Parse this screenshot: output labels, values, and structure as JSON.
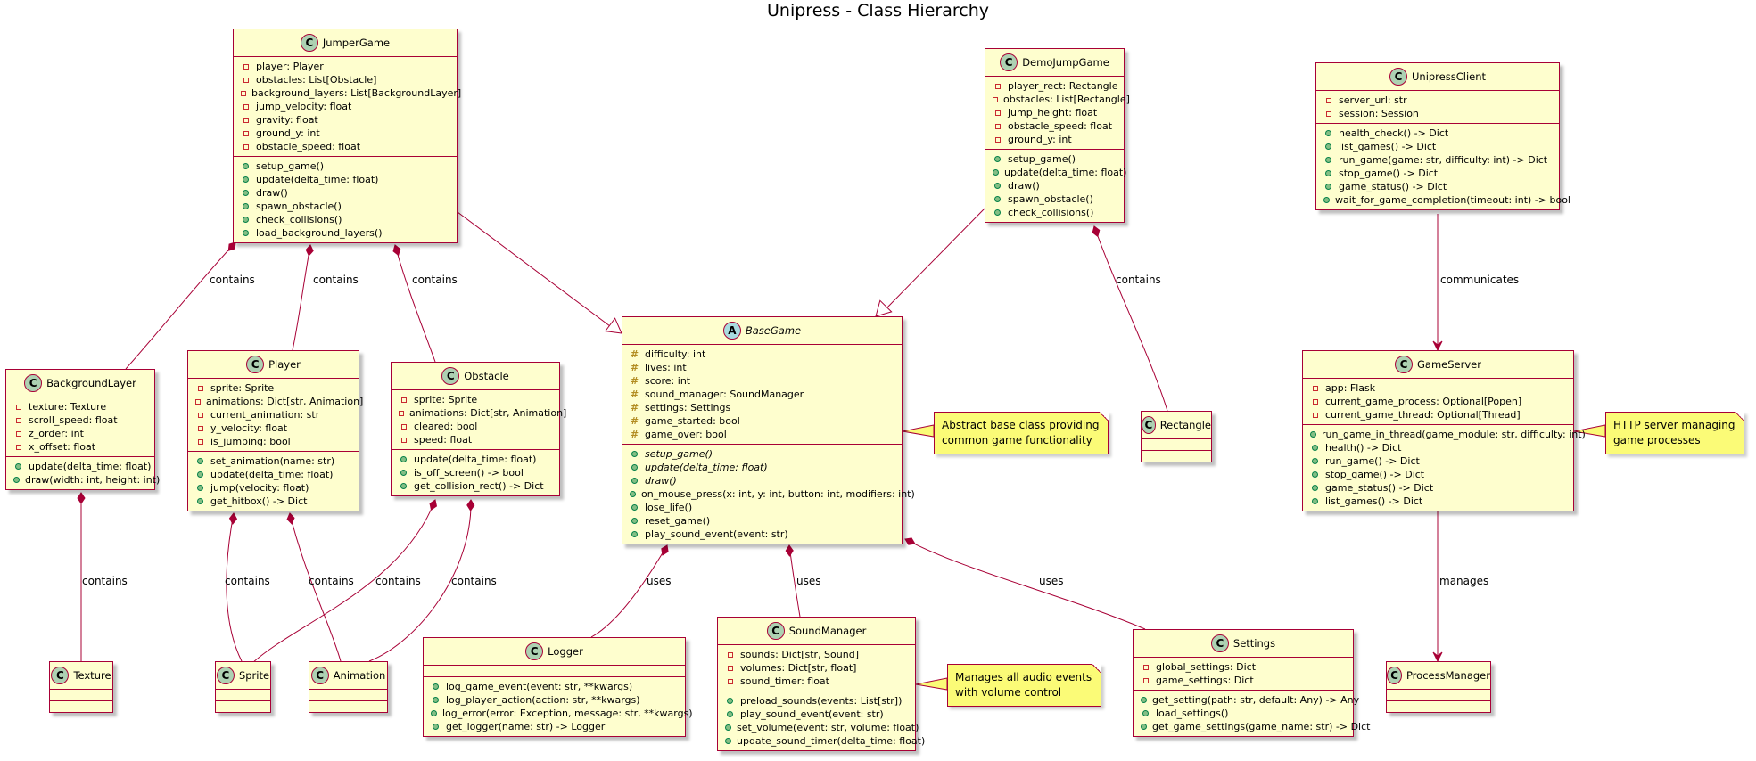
{
  "title": "Unipress - Class Hierarchy",
  "classes": {
    "JumperGame": {
      "name": "JumperGame",
      "stereotype": "C",
      "abstract": false,
      "fields": [
        {
          "vis": "private",
          "text": "player: Player"
        },
        {
          "vis": "private",
          "text": "obstacles: List[Obstacle]"
        },
        {
          "vis": "private",
          "text": "background_layers: List[BackgroundLayer]"
        },
        {
          "vis": "private",
          "text": "jump_velocity: float"
        },
        {
          "vis": "private",
          "text": "gravity: float"
        },
        {
          "vis": "private",
          "text": "ground_y: int"
        },
        {
          "vis": "private",
          "text": "obstacle_speed: float"
        }
      ],
      "methods": [
        {
          "vis": "public",
          "text": "setup_game()"
        },
        {
          "vis": "public",
          "text": "update(delta_time: float)"
        },
        {
          "vis": "public",
          "text": "draw()"
        },
        {
          "vis": "public",
          "text": "spawn_obstacle()"
        },
        {
          "vis": "public",
          "text": "check_collisions()"
        },
        {
          "vis": "public",
          "text": "load_background_layers()"
        }
      ]
    },
    "DemoJumpGame": {
      "name": "DemoJumpGame",
      "stereotype": "C",
      "abstract": false,
      "fields": [
        {
          "vis": "private",
          "text": "player_rect: Rectangle"
        },
        {
          "vis": "private",
          "text": "obstacles: List[Rectangle]"
        },
        {
          "vis": "private",
          "text": "jump_height: float"
        },
        {
          "vis": "private",
          "text": "obstacle_speed: float"
        },
        {
          "vis": "private",
          "text": "ground_y: int"
        }
      ],
      "methods": [
        {
          "vis": "public",
          "text": "setup_game()"
        },
        {
          "vis": "public",
          "text": "update(delta_time: float)"
        },
        {
          "vis": "public",
          "text": "draw()"
        },
        {
          "vis": "public",
          "text": "spawn_obstacle()"
        },
        {
          "vis": "public",
          "text": "check_collisions()"
        }
      ]
    },
    "UnipressClient": {
      "name": "UnipressClient",
      "stereotype": "C",
      "abstract": false,
      "fields": [
        {
          "vis": "private",
          "text": "server_url: str"
        },
        {
          "vis": "private",
          "text": "session: Session"
        }
      ],
      "methods": [
        {
          "vis": "public",
          "text": "health_check() -> Dict"
        },
        {
          "vis": "public",
          "text": "list_games() -> Dict"
        },
        {
          "vis": "public",
          "text": "run_game(game: str, difficulty: int) -> Dict"
        },
        {
          "vis": "public",
          "text": "stop_game() -> Dict"
        },
        {
          "vis": "public",
          "text": "game_status() -> Dict"
        },
        {
          "vis": "public",
          "text": "wait_for_game_completion(timeout: int) -> bool"
        }
      ]
    },
    "BaseGame": {
      "name": "BaseGame",
      "stereotype": "A",
      "abstract": true,
      "fields": [
        {
          "vis": "protected",
          "text": "difficulty: int"
        },
        {
          "vis": "protected",
          "text": "lives: int"
        },
        {
          "vis": "protected",
          "text": "score: int"
        },
        {
          "vis": "protected",
          "text": "sound_manager: SoundManager"
        },
        {
          "vis": "protected",
          "text": "settings: Settings"
        },
        {
          "vis": "protected",
          "text": "game_started: bool"
        },
        {
          "vis": "protected",
          "text": "game_over: bool"
        }
      ],
      "methods": [
        {
          "vis": "public",
          "text": "setup_game()",
          "italic": true
        },
        {
          "vis": "public",
          "text": "update(delta_time: float)",
          "italic": true
        },
        {
          "vis": "public",
          "text": "draw()",
          "italic": true
        },
        {
          "vis": "public",
          "text": "on_mouse_press(x: int, y: int, button: int, modifiers: int)"
        },
        {
          "vis": "public",
          "text": "lose_life()"
        },
        {
          "vis": "public",
          "text": "reset_game()"
        },
        {
          "vis": "public",
          "text": "play_sound_event(event: str)"
        }
      ]
    },
    "BackgroundLayer": {
      "name": "BackgroundLayer",
      "stereotype": "C",
      "abstract": false,
      "fields": [
        {
          "vis": "private",
          "text": "texture: Texture"
        },
        {
          "vis": "private",
          "text": "scroll_speed: float"
        },
        {
          "vis": "private",
          "text": "z_order: int"
        },
        {
          "vis": "private",
          "text": "x_offset: float"
        }
      ],
      "methods": [
        {
          "vis": "public",
          "text": "update(delta_time: float)"
        },
        {
          "vis": "public",
          "text": "draw(width: int, height: int)"
        }
      ]
    },
    "Player": {
      "name": "Player",
      "stereotype": "C",
      "abstract": false,
      "fields": [
        {
          "vis": "private",
          "text": "sprite: Sprite"
        },
        {
          "vis": "private",
          "text": "animations: Dict[str, Animation]"
        },
        {
          "vis": "private",
          "text": "current_animation: str"
        },
        {
          "vis": "private",
          "text": "y_velocity: float"
        },
        {
          "vis": "private",
          "text": "is_jumping: bool"
        }
      ],
      "methods": [
        {
          "vis": "public",
          "text": "set_animation(name: str)"
        },
        {
          "vis": "public",
          "text": "update(delta_time: float)"
        },
        {
          "vis": "public",
          "text": "jump(velocity: float)"
        },
        {
          "vis": "public",
          "text": "get_hitbox() -> Dict"
        }
      ]
    },
    "Obstacle": {
      "name": "Obstacle",
      "stereotype": "C",
      "abstract": false,
      "fields": [
        {
          "vis": "private",
          "text": "sprite: Sprite"
        },
        {
          "vis": "private",
          "text": "animations: Dict[str, Animation]"
        },
        {
          "vis": "private",
          "text": "cleared: bool"
        },
        {
          "vis": "private",
          "text": "speed: float"
        }
      ],
      "methods": [
        {
          "vis": "public",
          "text": "update(delta_time: float)"
        },
        {
          "vis": "public",
          "text": "is_off_screen() -> bool"
        },
        {
          "vis": "public",
          "text": "get_collision_rect() -> Dict"
        }
      ]
    },
    "GameServer": {
      "name": "GameServer",
      "stereotype": "C",
      "abstract": false,
      "fields": [
        {
          "vis": "private",
          "text": "app: Flask"
        },
        {
          "vis": "private",
          "text": "current_game_process: Optional[Popen]"
        },
        {
          "vis": "private",
          "text": "current_game_thread: Optional[Thread]"
        }
      ],
      "methods": [
        {
          "vis": "public",
          "text": "run_game_in_thread(game_module: str, difficulty: int)"
        },
        {
          "vis": "public",
          "text": "health() -> Dict"
        },
        {
          "vis": "public",
          "text": "run_game() -> Dict"
        },
        {
          "vis": "public",
          "text": "stop_game() -> Dict"
        },
        {
          "vis": "public",
          "text": "game_status() -> Dict"
        },
        {
          "vis": "public",
          "text": "list_games() -> Dict"
        }
      ]
    },
    "Rectangle": {
      "name": "Rectangle",
      "stereotype": "C",
      "abstract": false,
      "fields": [],
      "methods": []
    },
    "Logger": {
      "name": "Logger",
      "stereotype": "C",
      "abstract": false,
      "fields": [],
      "methods": [
        {
          "vis": "public",
          "text": "log_game_event(event: str, **kwargs)"
        },
        {
          "vis": "public",
          "text": "log_player_action(action: str, **kwargs)"
        },
        {
          "vis": "public",
          "text": "log_error(error: Exception, message: str, **kwargs)"
        },
        {
          "vis": "public",
          "text": "get_logger(name: str) -> Logger"
        }
      ]
    },
    "SoundManager": {
      "name": "SoundManager",
      "stereotype": "C",
      "abstract": false,
      "fields": [
        {
          "vis": "private",
          "text": "sounds: Dict[str, Sound]"
        },
        {
          "vis": "private",
          "text": "volumes: Dict[str, float]"
        },
        {
          "vis": "private",
          "text": "sound_timer: float"
        }
      ],
      "methods": [
        {
          "vis": "public",
          "text": "preload_sounds(events: List[str])"
        },
        {
          "vis": "public",
          "text": "play_sound_event(event: str)"
        },
        {
          "vis": "public",
          "text": "set_volume(event: str, volume: float)"
        },
        {
          "vis": "public",
          "text": "update_sound_timer(delta_time: float)"
        }
      ]
    },
    "Settings": {
      "name": "Settings",
      "stereotype": "C",
      "abstract": false,
      "fields": [
        {
          "vis": "private",
          "text": "global_settings: Dict"
        },
        {
          "vis": "private",
          "text": "game_settings: Dict"
        }
      ],
      "methods": [
        {
          "vis": "public",
          "text": "get_setting(path: str, default: Any) -> Any"
        },
        {
          "vis": "public",
          "text": "load_settings()"
        },
        {
          "vis": "public",
          "text": "get_game_settings(game_name: str) -> Dict"
        }
      ]
    },
    "Texture": {
      "name": "Texture",
      "stereotype": "C",
      "abstract": false,
      "fields": [],
      "methods": []
    },
    "Sprite": {
      "name": "Sprite",
      "stereotype": "C",
      "abstract": false,
      "fields": [],
      "methods": []
    },
    "Animation": {
      "name": "Animation",
      "stereotype": "C",
      "abstract": false,
      "fields": [],
      "methods": []
    },
    "ProcessManager": {
      "name": "ProcessManager",
      "stereotype": "C",
      "abstract": false,
      "fields": [],
      "methods": []
    }
  },
  "notes": {
    "basegame": {
      "lines": [
        "Abstract base class providing",
        "common game functionality"
      ]
    },
    "gameserver": {
      "lines": [
        "HTTP server managing",
        "game processes"
      ]
    },
    "soundmanager": {
      "lines": [
        "Manages all audio events",
        "with volume control"
      ]
    }
  },
  "relations": [
    {
      "from": "JumperGame",
      "to": "BaseGame",
      "type": "inheritance",
      "label": ""
    },
    {
      "from": "DemoJumpGame",
      "to": "BaseGame",
      "type": "inheritance",
      "label": ""
    },
    {
      "from": "JumperGame",
      "to": "BackgroundLayer",
      "type": "composition",
      "label": "contains"
    },
    {
      "from": "JumperGame",
      "to": "Player",
      "type": "composition",
      "label": "contains"
    },
    {
      "from": "JumperGame",
      "to": "Obstacle",
      "type": "composition",
      "label": "contains"
    },
    {
      "from": "DemoJumpGame",
      "to": "Rectangle",
      "type": "composition",
      "label": "contains"
    },
    {
      "from": "UnipressClient",
      "to": "GameServer",
      "type": "association",
      "label": "communicates"
    },
    {
      "from": "GameServer",
      "to": "ProcessManager",
      "type": "association",
      "label": "manages"
    },
    {
      "from": "BackgroundLayer",
      "to": "Texture",
      "type": "composition",
      "label": "contains"
    },
    {
      "from": "Player",
      "to": "Sprite",
      "type": "composition",
      "label": "contains"
    },
    {
      "from": "Player",
      "to": "Animation",
      "type": "composition",
      "label": "contains"
    },
    {
      "from": "Obstacle",
      "to": "Sprite",
      "type": "composition",
      "label": "contains"
    },
    {
      "from": "Obstacle",
      "to": "Animation",
      "type": "composition",
      "label": "contains"
    },
    {
      "from": "BaseGame",
      "to": "Logger",
      "type": "composition",
      "label": "uses"
    },
    {
      "from": "BaseGame",
      "to": "SoundManager",
      "type": "composition",
      "label": "uses"
    },
    {
      "from": "BaseGame",
      "to": "Settings",
      "type": "composition",
      "label": "uses"
    }
  ],
  "colors": {
    "class_fill": "#FEFECE",
    "border": "#A80036",
    "note_fill": "#FBFB77",
    "class_badge": "#ADD1B2",
    "abstract_badge": "#A9DCDF",
    "private": "#C82930",
    "protected": "#B38D22",
    "public": "#84BE84"
  }
}
